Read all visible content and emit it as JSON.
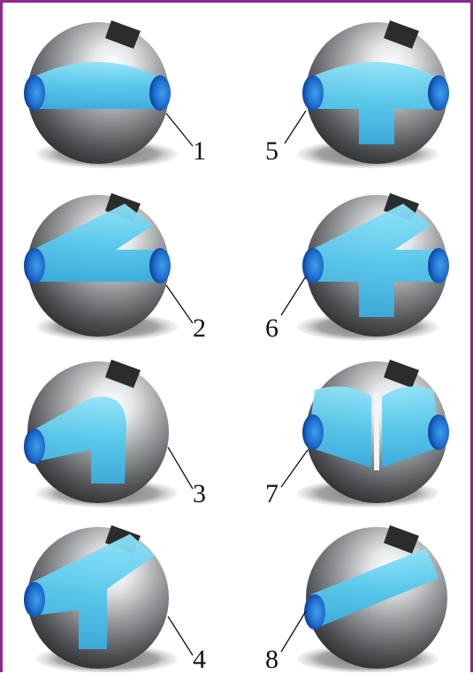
{
  "frame_color": "#8b2a8c",
  "sphere_color": "#6e7073",
  "channel_color": "#5fd1f0",
  "valves": [
    {
      "label": "1",
      "type": "elbow"
    },
    {
      "label": "2",
      "type": "tee-bottom-closed"
    },
    {
      "label": "3",
      "type": "bend-down"
    },
    {
      "label": "4",
      "type": "tee-angled"
    },
    {
      "label": "5",
      "type": "tee-down"
    },
    {
      "label": "6",
      "type": "cross"
    },
    {
      "label": "7",
      "type": "double-elbow"
    },
    {
      "label": "8",
      "type": "straight"
    }
  ]
}
